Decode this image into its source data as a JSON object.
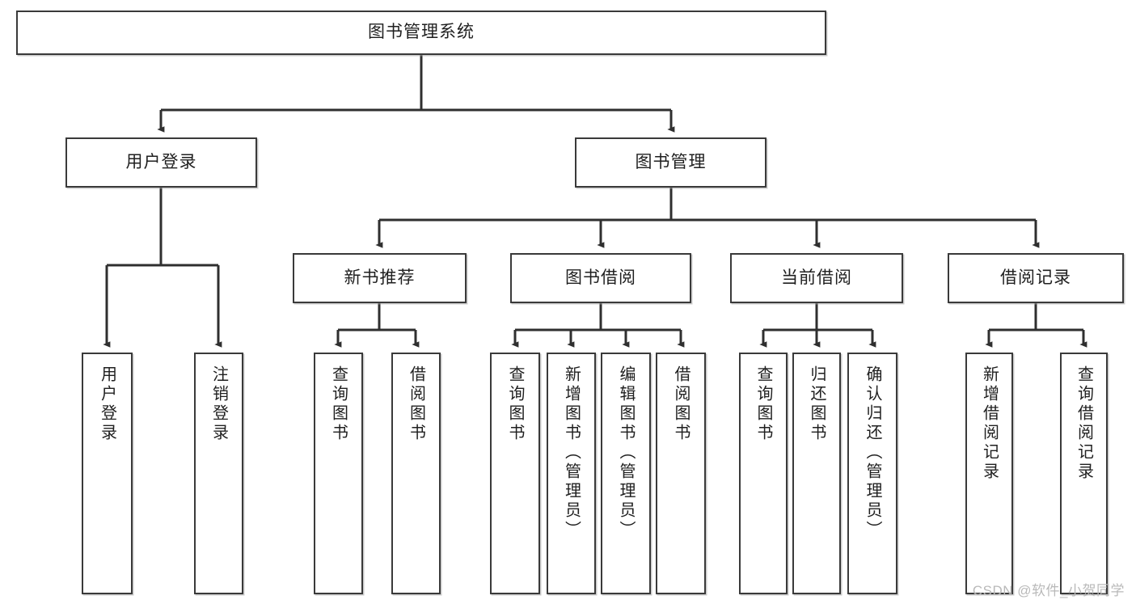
{
  "diagram": {
    "title": "图书管理系统",
    "type": "tree-hierarchy-chart",
    "watermark": "CSDN @软件_小贺同学",
    "colors": {
      "box_border": "#3a3a3a",
      "box_fill": "#ffffff",
      "edge": "#2f2f2f",
      "text": "#1f1f1f",
      "watermark": "#b9b9b9"
    },
    "root": {
      "label": "图书管理系统"
    },
    "level2": [
      {
        "label": "用户登录"
      },
      {
        "label": "图书管理"
      }
    ],
    "level3": [
      {
        "label": "新书推荐"
      },
      {
        "label": "图书借阅"
      },
      {
        "label": "当前借阅"
      },
      {
        "label": "借阅记录"
      }
    ],
    "leaves": [
      {
        "label": "用户登录"
      },
      {
        "label": "注销登录"
      },
      {
        "label": "查询图书"
      },
      {
        "label": "借阅图书"
      },
      {
        "label": "查询图书"
      },
      {
        "label": "新增图书（管理员）"
      },
      {
        "label": "编辑图书（管理员）"
      },
      {
        "label": "借阅图书"
      },
      {
        "label": "查询图书"
      },
      {
        "label": "归还图书"
      },
      {
        "label": "确认归还（管理员）"
      },
      {
        "label": "新增借阅记录"
      },
      {
        "label": "查询借阅记录"
      }
    ]
  }
}
